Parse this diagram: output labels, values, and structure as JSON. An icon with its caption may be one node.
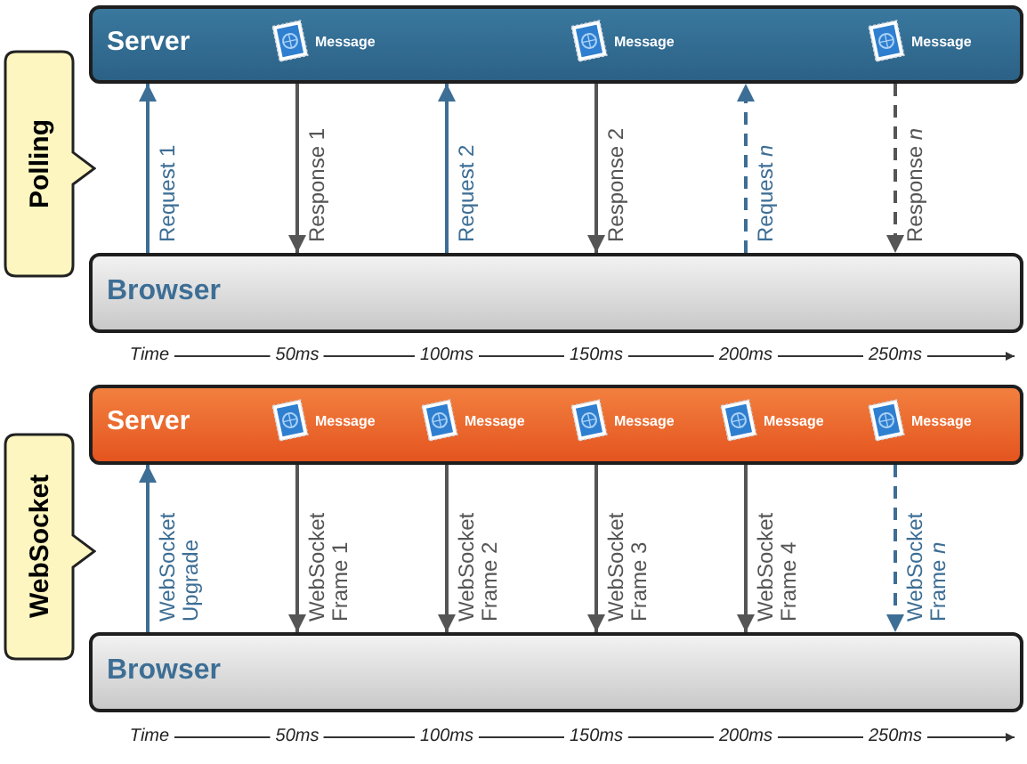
{
  "diagram": {
    "nodes": [
      {
        "text": [
          "Polling"
        ]
      },
      {
        "text": [
          "Server"
        ]
      },
      {
        "text": [
          "Message"
        ],
        "in": 1
      },
      {
        "text": [
          "Message"
        ],
        "in": 1
      },
      {
        "text": [
          "Message"
        ],
        "in": 1
      },
      {
        "text": [
          "Browser"
        ]
      },
      {
        "text": [
          "WebSocket"
        ]
      },
      {
        "text": [
          "Server"
        ]
      },
      {
        "text": [
          "Message"
        ],
        "in": 7
      },
      {
        "text": [
          "Message"
        ],
        "in": 7
      },
      {
        "text": [
          "Message"
        ],
        "in": 7
      },
      {
        "text": [
          "Message"
        ],
        "in": 7
      },
      {
        "text": [
          "Message"
        ],
        "in": 7
      },
      {
        "text": [
          "Browser"
        ]
      }
    ],
    "edges": [
      {
        "from": 5,
        "to": 1,
        "arrow": "to",
        "label": "Request 1",
        "color": "#3d6e95"
      },
      {
        "from": 1,
        "to": 5,
        "arrow": "to",
        "label": "Response 1"
      },
      {
        "from": 5,
        "to": 1,
        "arrow": "to",
        "label": "Request 2",
        "color": "#3d6e95"
      },
      {
        "from": 1,
        "to": 5,
        "arrow": "to",
        "label": "Response 2"
      },
      {
        "from": 5,
        "to": 1,
        "arrow": "to",
        "label": "Request *n*",
        "style": "dashed",
        "color": "#3d6e95"
      },
      {
        "from": 1,
        "to": 5,
        "arrow": "to",
        "label": "Response *n*",
        "style": "dashed"
      },
      {
        "from": 13,
        "to": 7,
        "arrow": "to",
        "label": "WebSocket Upgrade",
        "color": "#3d6e95"
      },
      {
        "from": 7,
        "to": 13,
        "arrow": "to",
        "label": "WebSocket Frame 1"
      },
      {
        "from": 7,
        "to": 13,
        "arrow": "to",
        "label": "WebSocket Frame 2"
      },
      {
        "from": 7,
        "to": 13,
        "arrow": "to",
        "label": "WebSocket Frame 3"
      },
      {
        "from": 7,
        "to": 13,
        "arrow": "to",
        "label": "WebSocket Frame 4"
      },
      {
        "from": 7,
        "to": 13,
        "arrow": "to",
        "label": "WebSocket Frame *n*",
        "style": "dashed",
        "color": "#3d6e95"
      }
    ],
    "labels": [
      "Time",
      "50ms",
      "100ms",
      "150ms",
      "200ms",
      "250ms",
      "Time",
      "50ms",
      "100ms",
      "150ms",
      "200ms",
      "250ms"
    ]
  }
}
